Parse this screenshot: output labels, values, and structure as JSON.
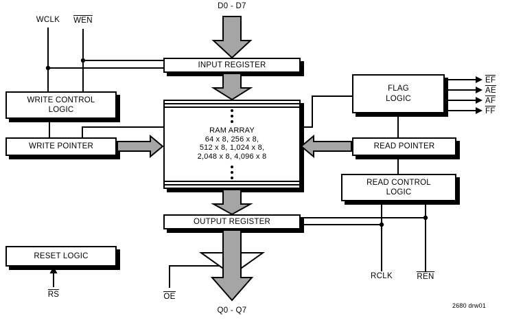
{
  "diagram": {
    "caption": "2680 drw01",
    "buses": {
      "data_in": "D0 - D7",
      "data_out": "Q0 - Q7"
    },
    "inputs": {
      "wclk": "WCLK",
      "wen": "WEN",
      "rclk": "RCLK",
      "ren": "REN",
      "oe": "OE",
      "rs": "RS"
    },
    "outputs": {
      "ef": "EF",
      "ae": "AE",
      "af": "AF",
      "ff": "FF"
    },
    "blocks": {
      "input_register": "INPUT REGISTER",
      "write_control_logic": [
        "WRITE CONTROL",
        "LOGIC"
      ],
      "write_pointer": "WRITE POINTER",
      "ram_array": {
        "title": "RAM ARRAY",
        "sizes": [
          "64 x 8, 256 x 8,",
          "512 x 8, 1,024 x 8,",
          "2,048 x 8, 4,096 x 8"
        ]
      },
      "flag_logic": [
        "FLAG",
        "LOGIC"
      ],
      "read_pointer": "READ POINTER",
      "read_control_logic": [
        "READ CONTROL",
        "LOGIC"
      ],
      "output_register": "OUTPUT REGISTER",
      "reset_logic": "RESET LOGIC"
    },
    "colors": {
      "arrow_fill": "#a5a5a5",
      "line": "#000000",
      "background": "#ffffff"
    }
  }
}
